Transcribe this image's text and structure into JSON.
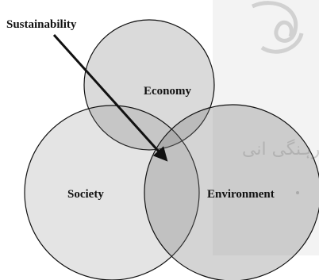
{
  "diagram": {
    "pointer_label": "Sustainability",
    "circles": [
      {
        "label": "Economy"
      },
      {
        "label": "Society"
      },
      {
        "label": "Environment"
      }
    ],
    "watermark_text": "ات فرہنگی انی"
  },
  "colors": {
    "circle_stroke": "#111111",
    "circle_fill": "#8a8a8a",
    "watermark": "#bdbdbd",
    "panel": "#f2f2f2"
  }
}
